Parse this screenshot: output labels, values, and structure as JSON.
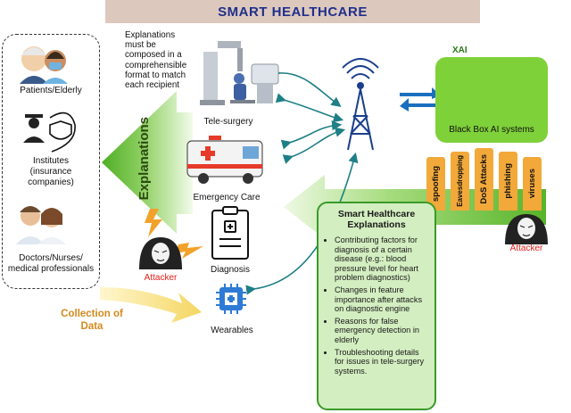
{
  "title": "SMART HEALTHCARE",
  "stakeholders": {
    "patients": "Patients/Elderly",
    "institutes": "Institutes\n(insurance\ncompanies)",
    "doctors": "Doctors/Nurses/\nmedical professionals"
  },
  "explanations_arrow_label": "Explanations",
  "composed_note": "Explanations\nmust be\ncomposed in a\ncomprehensible\nformat to match\neach recipient",
  "devices": {
    "tele_surgery": "Tele-surgery",
    "emergency_care": "Emergency Care",
    "diagnosis": "Diagnosis",
    "wearables": "Wearables"
  },
  "attacker_left": "Attacker",
  "attacker_right": "Attacker",
  "collection_label": "Collection of\nData",
  "xai": {
    "label": "XAI",
    "caption": "Black Box AI systems"
  },
  "threats": [
    "spoofing",
    "Eavesdropping",
    "DoS Attacks",
    "phishing",
    "viruses"
  ],
  "explain_box": {
    "title": "Smart Healthcare\nExplanations",
    "items": [
      "Contributing factors for diagnosis of a certain disease (e.g.: blood pressure level for heart problem diagnostics)",
      "Changes in feature importance after attacks on diagnostic engine",
      "Reasons for false emergency detection in elderly",
      "Troubleshooting details for issues in tele-surgery systems."
    ]
  },
  "colors": {
    "title_bg": "#ddc8be",
    "title_text": "#20308a",
    "arrow_green": "#5cb82e",
    "box_green": "#d3eec0",
    "threat_orange": "#f2a93a",
    "attacker_red": "#e0201a",
    "collection_text": "#d28a1e",
    "network_teal": "#1f7f86"
  }
}
